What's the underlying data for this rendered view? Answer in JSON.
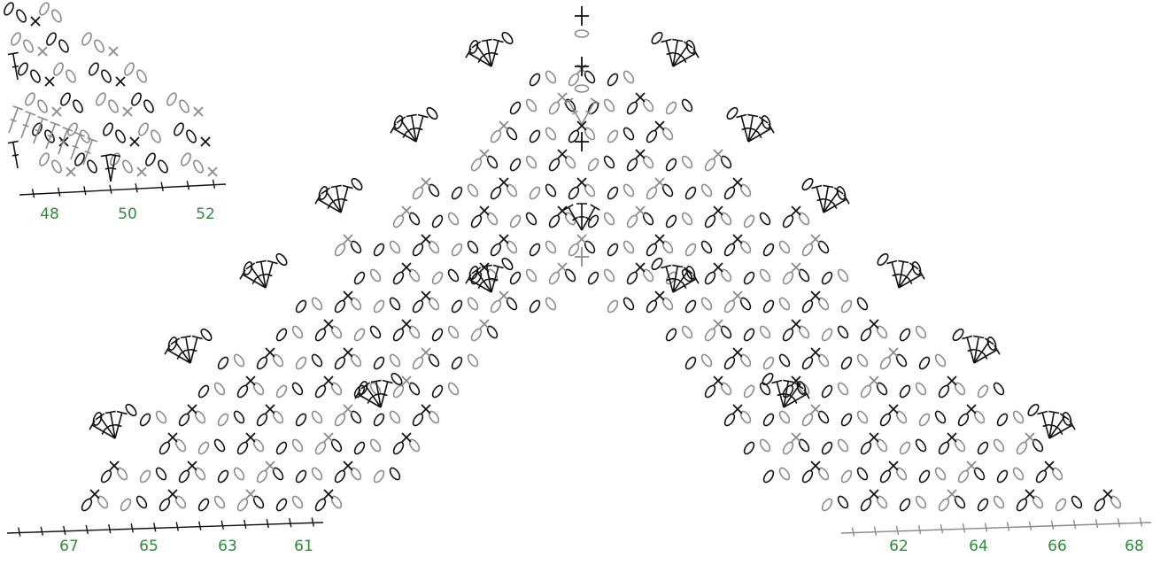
{
  "diagram": {
    "colors": {
      "label_green": "#2e8b3a",
      "stitch_black": "#111111",
      "stitch_gray": "#8a8a8a",
      "background": "#ffffff"
    },
    "symbols": [
      "chain-stitch",
      "single-crochet",
      "double-crochet",
      "half-double-crochet",
      "slip-stitch"
    ],
    "row_labels": {
      "inset": [
        "48",
        "50",
        "52"
      ],
      "left": [
        "67",
        "65",
        "63",
        "61"
      ],
      "right": [
        "62",
        "64",
        "66",
        "68"
      ]
    }
  }
}
